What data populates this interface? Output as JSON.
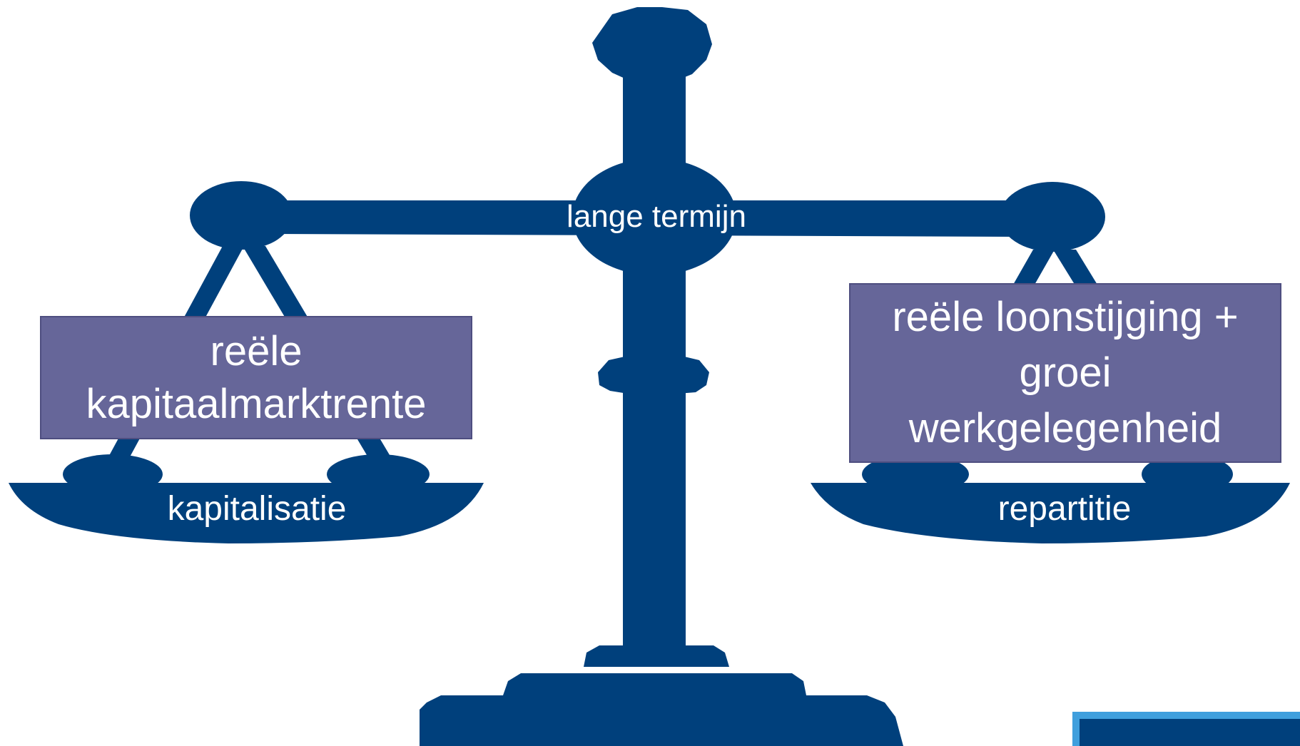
{
  "scale": {
    "color": "#00407c",
    "center_label": "lange termijn",
    "left_pan_label": "kapitalisatie",
    "right_pan_label": "repartitie"
  },
  "boxes": {
    "color": "#666699",
    "left": {
      "lines": [
        "reële",
        "kapitaalmarktrente"
      ]
    },
    "right": {
      "lines": [
        "reële loonstijging +",
        "groei",
        "werkgelegenheid"
      ]
    }
  },
  "corner_box": {
    "fill": "#00407c",
    "border": "#3f9fdd"
  }
}
